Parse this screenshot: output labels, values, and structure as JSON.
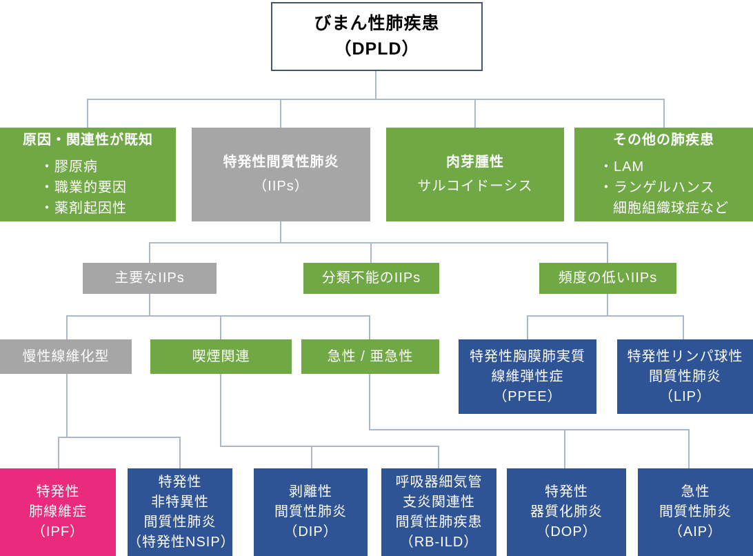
{
  "colors": {
    "green": "#70A845",
    "gray": "#A6A6A6",
    "blue": "#2F5496",
    "pink": "#EA2A7D",
    "line": "#ABB8CB",
    "root_border": "#44546A"
  },
  "nodes": {
    "dpld": {
      "lines": [
        "びまん性肺疾患",
        "（DPLD）"
      ]
    },
    "known": {
      "title": "原因・関連性が既知",
      "items": [
        "・膠原病",
        "・職業的要因",
        "・薬剤起因性"
      ]
    },
    "iips": {
      "lines": [
        "特発性間質性肺炎",
        "（IIPs）"
      ]
    },
    "granulomatous": {
      "lines": [
        "肉芽腫性",
        "サルコイドーシス"
      ]
    },
    "other": {
      "title": "その他の肺疾患",
      "items": [
        "・LAM",
        "・ランゲルハンス",
        "細胞組織球症など"
      ]
    },
    "major": {
      "label": "主要なIIPs"
    },
    "unclassifiable": {
      "label": "分類不能のIIPs"
    },
    "rare": {
      "label": "頻度の低いIIPs"
    },
    "chronic": {
      "label": "慢性線維化型"
    },
    "smoking": {
      "label": "喫煙関連"
    },
    "acute": {
      "label": "急性 / 亜急性"
    },
    "ppee": {
      "lines": [
        "特発性胸膜肺実質",
        "線維弾性症",
        "（PPEE）"
      ]
    },
    "lip": {
      "lines": [
        "特発性リンパ球性",
        "間質性肺炎",
        "（LIP）"
      ]
    },
    "ipf": {
      "lines": [
        "特発性",
        "肺線維症",
        "（IPF）"
      ]
    },
    "nsip": {
      "lines": [
        "特発性",
        "非特異性",
        "間質性肺炎",
        "（特発性NSIP）"
      ]
    },
    "dip": {
      "lines": [
        "剥離性",
        "間質性肺炎",
        "（DIP）"
      ]
    },
    "rbild": {
      "lines": [
        "呼吸器細気管",
        "支炎関連性",
        "間質性肺疾患",
        "（RB-ILD）"
      ]
    },
    "dop": {
      "lines": [
        "特発性",
        "器質化肺炎",
        "（DOP）"
      ]
    },
    "aip": {
      "lines": [
        "急性",
        "間質性肺炎",
        "（AIP）"
      ]
    }
  }
}
